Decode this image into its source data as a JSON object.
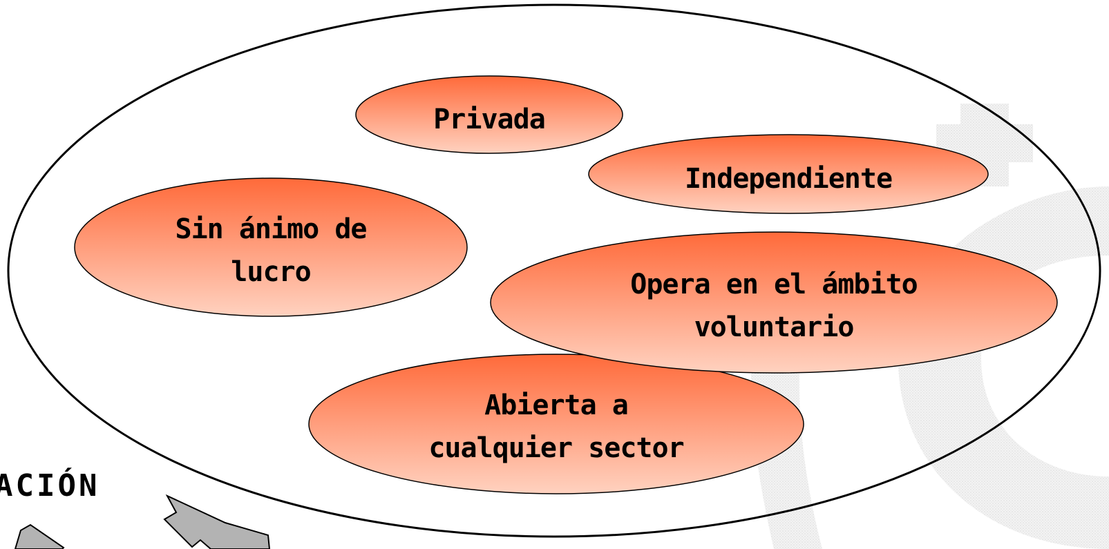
{
  "diagram": {
    "partial_title": "ACIÓN",
    "items": [
      {
        "lines": [
          "Privada"
        ]
      },
      {
        "lines": [
          "Independiente"
        ]
      },
      {
        "lines": [
          "Sin ánimo de",
          "lucro"
        ]
      },
      {
        "lines": [
          "Opera en el ámbito",
          "voluntario"
        ]
      },
      {
        "lines": [
          "Abierta a",
          "cualquier sector"
        ]
      }
    ]
  },
  "colors": {
    "bubble_top": "#ff6a3a",
    "bubble_bottom": "#ffd2c0",
    "outline": "#000000",
    "watermark": "#ececec",
    "arrow_fill": "#b3b3b3"
  }
}
